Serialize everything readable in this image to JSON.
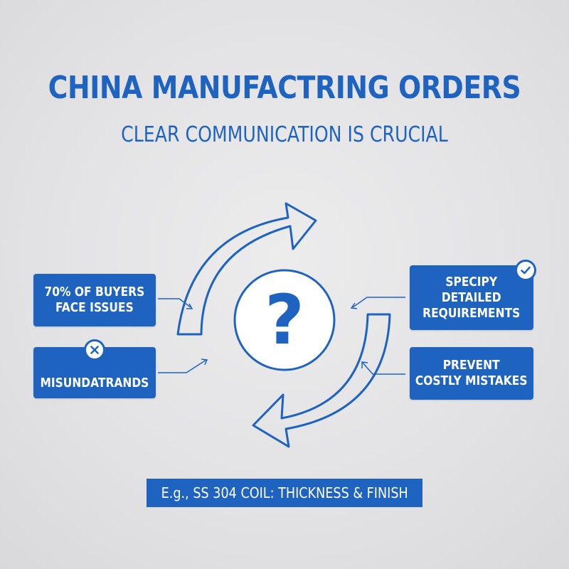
{
  "header": {
    "title": "CHINA MANUFACTRING ORDERS",
    "subtitle": "CLEAR COMMUNICATION IS CRUCIAL"
  },
  "center": {
    "symbol": "?",
    "icon": "question-mark-icon"
  },
  "left_cards": [
    {
      "label": "70% OF BUYERS\nFACE ISSUES"
    },
    {
      "label": "MISUNDATRANDS",
      "icon": "x-circle-icon"
    }
  ],
  "right_cards": [
    {
      "label": "SPECIPY\nDETAILED\nREQUIREMENTS",
      "icon": "check-circle-icon"
    },
    {
      "label": "PREVENT\nCOSTLY MISTAKES"
    }
  ],
  "footer": {
    "example": "E.g., SS 304 COIL: THICKNESS & FINISH"
  },
  "colors": {
    "primary": "#1f63c0",
    "background": "#e4e4e6",
    "text_light": "#ffffff"
  }
}
